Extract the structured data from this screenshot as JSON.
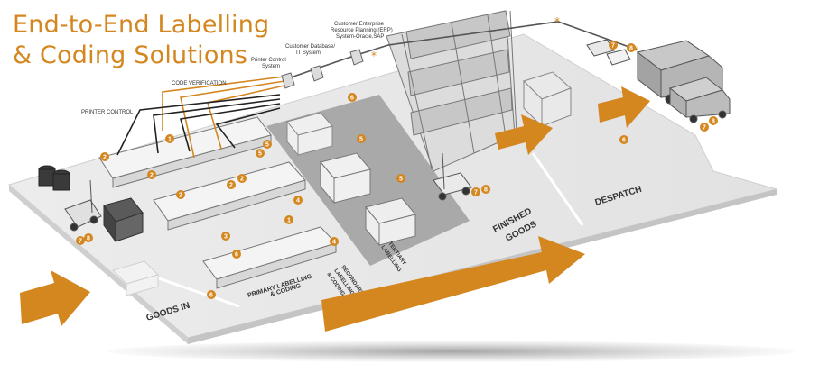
{
  "title": {
    "line1": "End-to-End Labelling",
    "line2": "& Coding Solutions"
  },
  "colors": {
    "accent": "#d4861f",
    "floor_light": "#e6e6e6",
    "floor_dark": "#a8a8a8",
    "machine": "#f2f2f2",
    "line": "#222222"
  },
  "labels": {
    "erp": [
      "Customer Enterprise",
      "Resource Planning (ERP)",
      "System-Oracle,SAP"
    ],
    "database": [
      "Customer Database/",
      "IT System"
    ],
    "printer_control_system": [
      "Printer Control",
      "System"
    ],
    "code_verification": "CODE VERIFICATION",
    "printer_control": "PRINTER CONTROL"
  },
  "zones": {
    "goods_in": "GOODS IN",
    "primary": [
      "PRIMARY LABELLING",
      "& CODING"
    ],
    "secondary": [
      "SECONDARY",
      "LABELLING",
      "& CODING"
    ],
    "tertiary": [
      "TERTIARY",
      "LABELLING"
    ],
    "finished": [
      "FINISHED",
      "GOODS"
    ],
    "despatch": "DESPATCH"
  },
  "markers": [
    "1",
    "2",
    "3",
    "4",
    "5",
    "6",
    "7",
    "8"
  ]
}
